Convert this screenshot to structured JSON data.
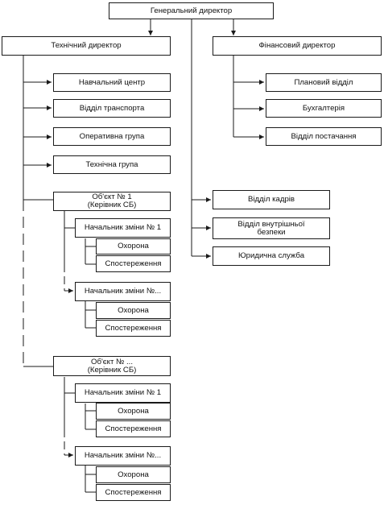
{
  "org": {
    "ceo": "Генеральний директор",
    "technical_director": "Технічний директор",
    "financial_director": "Фінансовий директор",
    "technical_units": [
      "Навчальний центр",
      "Відділ транспорта",
      "Оперативна група",
      "Технічна група"
    ],
    "financial_units": [
      "Плановий відділ",
      "Бухгалтерія",
      "Відділ постачання"
    ],
    "ceo_units": {
      "hr": "Відділ кадрів",
      "security_line1": "Відділ внутрішньої",
      "security_line2": "безпеки",
      "legal": "Юридична служба"
    },
    "objects": [
      {
        "title_line1": "Об'єкт № 1",
        "title_line2": "(Керівник СБ)",
        "shifts": [
          {
            "head": "Начальник зміни № 1",
            "units": [
              "Охорона",
              "Спостереження"
            ]
          },
          {
            "head": "Начальник зміни №...",
            "units": [
              "Охорона",
              "Спостереження"
            ]
          }
        ]
      },
      {
        "title_line1": "Об'єкт № ...",
        "title_line2": "(Керівник СБ)",
        "shifts": [
          {
            "head": "Начальник зміни № 1",
            "units": [
              "Охорона",
              "Спостереження"
            ]
          },
          {
            "head": "Начальник зміни №...",
            "units": [
              "Охорона",
              "Спостереження"
            ]
          }
        ]
      }
    ]
  }
}
